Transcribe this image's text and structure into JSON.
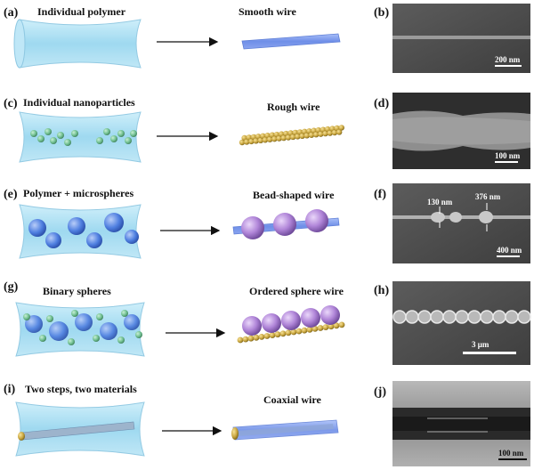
{
  "rows": [
    {
      "id": "a",
      "left_label": "(a)",
      "left_title": "Individual polymer",
      "wire_title": "Smooth wire",
      "right_label": "(b)",
      "scale": "200 nm",
      "colors": {
        "cylinder": "#9fdcf2",
        "wire": "#7f9ff0"
      }
    },
    {
      "id": "c",
      "left_label": "(c)",
      "left_title": "Individual nanoparticles",
      "wire_title": "Rough wire",
      "right_label": "(d)",
      "scale": "100 nm",
      "colors": {
        "particle": "#c9a640",
        "green": "#7fd0a0"
      }
    },
    {
      "id": "e",
      "left_label": "(e)",
      "left_title": "Polymer + microspheres",
      "wire_title": "Bead-shaped wire",
      "right_label": "(f)",
      "scale": "400 nm",
      "dims": [
        "130 nm",
        "376 nm"
      ],
      "colors": {
        "bead": "#b085d8",
        "sphere": "#4f7fe0"
      }
    },
    {
      "id": "g",
      "left_label": "(g)",
      "left_title": "Binary spheres",
      "wire_title": "Ordered sphere wire",
      "right_label": "(h)",
      "scale": "3 μm",
      "colors": {
        "bead": "#a97ad0",
        "particle": "#c9a640"
      }
    },
    {
      "id": "i",
      "left_label": "(i)",
      "left_title": "Two steps, two materials",
      "wire_title": "Coaxial wire",
      "right_label": "(j)",
      "scale": "100 nm",
      "colors": {
        "core": "#c9a640",
        "shell": "#7f9ff0"
      }
    }
  ]
}
